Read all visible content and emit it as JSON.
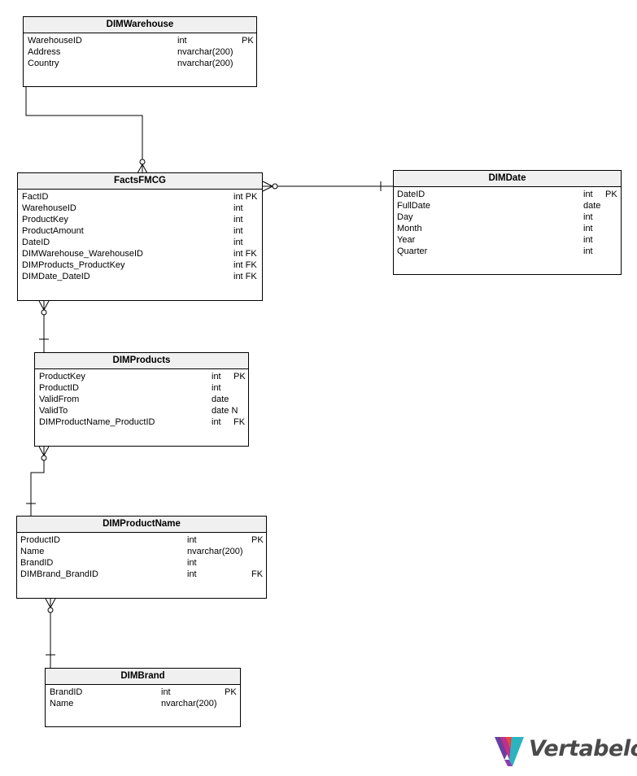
{
  "diagram": {
    "tables": {
      "dim_warehouse": {
        "title": "DIMWarehouse",
        "columns": [
          {
            "name": "WarehouseID",
            "type": "int",
            "key": "PK"
          },
          {
            "name": "Address",
            "type": "nvarchar(200)",
            "key": ""
          },
          {
            "name": "Country",
            "type": "nvarchar(200)",
            "key": ""
          }
        ]
      },
      "facts_fmcg": {
        "title": "FactsFMCG",
        "columns": [
          {
            "name": "FactID",
            "type": "int PK",
            "key": ""
          },
          {
            "name": "WarehouseID",
            "type": "int",
            "key": ""
          },
          {
            "name": "ProductKey",
            "type": "int",
            "key": ""
          },
          {
            "name": "ProductAmount",
            "type": "int",
            "key": ""
          },
          {
            "name": "DateID",
            "type": "int",
            "key": ""
          },
          {
            "name": "DIMWarehouse_WarehouseID",
            "type": "int FK",
            "key": ""
          },
          {
            "name": "DIMProducts_ProductKey",
            "type": "int FK",
            "key": ""
          },
          {
            "name": "DIMDate_DateID",
            "type": "int FK",
            "key": ""
          }
        ]
      },
      "dim_date": {
        "title": "DIMDate",
        "columns": [
          {
            "name": "DateID",
            "type": "int",
            "key": "PK"
          },
          {
            "name": "FullDate",
            "type": "date",
            "key": ""
          },
          {
            "name": "Day",
            "type": "int",
            "key": ""
          },
          {
            "name": "Month",
            "type": "int",
            "key": ""
          },
          {
            "name": "Year",
            "type": "int",
            "key": ""
          },
          {
            "name": "Quarter",
            "type": "int",
            "key": ""
          }
        ]
      },
      "dim_products": {
        "title": "DIMProducts",
        "columns": [
          {
            "name": "ProductKey",
            "type": "int",
            "key": "PK"
          },
          {
            "name": "ProductID",
            "type": "int",
            "key": ""
          },
          {
            "name": "ValidFrom",
            "type": "date",
            "key": ""
          },
          {
            "name": "ValidTo",
            "type": "date N",
            "key": ""
          },
          {
            "name": "DIMProductName_ProductID",
            "type": "int",
            "key": "FK"
          }
        ]
      },
      "dim_product_name": {
        "title": "DIMProductName",
        "columns": [
          {
            "name": "ProductID",
            "type": "int",
            "key": "PK"
          },
          {
            "name": "Name",
            "type": "nvarchar(200)",
            "key": ""
          },
          {
            "name": "BrandID",
            "type": "int",
            "key": ""
          },
          {
            "name": "DIMBrand_BrandID",
            "type": "int",
            "key": "FK"
          }
        ]
      },
      "dim_brand": {
        "title": "DIMBrand",
        "columns": [
          {
            "name": "BrandID",
            "type": "int",
            "key": "PK"
          },
          {
            "name": "Name",
            "type": "nvarchar(200)",
            "key": ""
          }
        ]
      }
    }
  },
  "logo": {
    "text": "Vertabelo",
    "colors": [
      "#6b3fa0",
      "#c0308a",
      "#e8493f",
      "#2bb3c0"
    ]
  }
}
